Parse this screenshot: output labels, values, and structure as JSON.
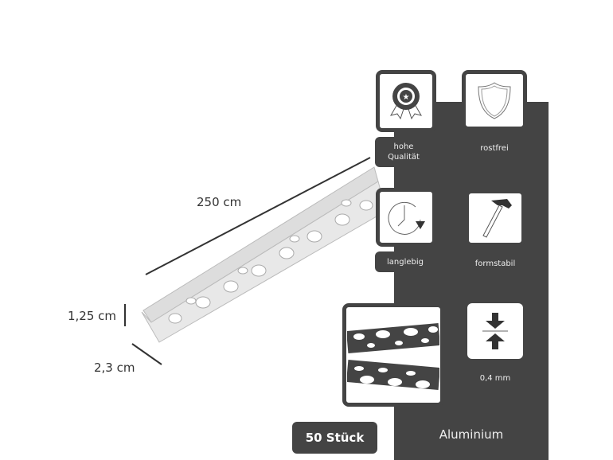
{
  "dimensions": {
    "length": "250 cm",
    "height": "1,25 cm",
    "width": "2,3 cm"
  },
  "features": [
    {
      "icon": "award-badge-icon",
      "label_line1": "hohe",
      "label_line2": "Qualität"
    },
    {
      "icon": "shield-icon",
      "label": "rostfrei"
    },
    {
      "icon": "clock-icon",
      "label": "langlebig"
    },
    {
      "icon": "hammer-icon",
      "label": "formstabil"
    },
    {
      "icon": "thickness-arrows-icon",
      "label": "0,4 mm"
    }
  ],
  "quantity": "50 Stück",
  "material": "Aluminium",
  "colors": {
    "panel": "#444444",
    "background": "#ffffff"
  }
}
